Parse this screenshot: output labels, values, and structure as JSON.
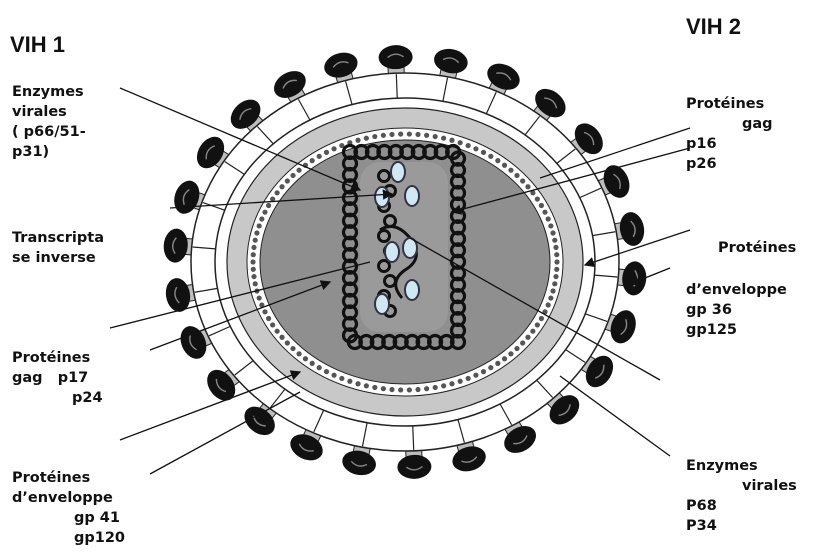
{
  "colors": {
    "envelope": "#ffffff",
    "matrix_ring": "#c8c8c8",
    "core_fill": "#8f8f8f",
    "knob": "#111111",
    "stem": "#bdbdbd",
    "rna_bead": "#111111",
    "enzyme_fill": "#cfe8f2",
    "line": "#111111"
  },
  "icons": {
    "spike": "gp120-knob",
    "enzyme": "oval-bead",
    "core_bead": "black-ring-bead"
  },
  "titles": {
    "left": "VIH 1",
    "right": "VIH 2"
  },
  "labels": {
    "left_enzymes": [
      "Enzymes",
      "virales",
      "( p66/51-",
      "p31)"
    ],
    "left_rt": [
      "Transcripta",
      "se inverse"
    ],
    "left_gag": [
      "Protéines",
      "gag   p17",
      "p24"
    ],
    "left_env": [
      "Protéines",
      "d’enveloppe",
      "gp 41",
      "gp120"
    ],
    "right_gag": [
      "Protéines",
      "gag",
      "p16",
      "p26"
    ],
    "right_env": [
      "Protéines",
      "d’enveloppe",
      "gp 36",
      "gp125"
    ],
    "right_enzymes": [
      "Enzymes",
      "virales",
      "P68",
      "P34"
    ]
  }
}
